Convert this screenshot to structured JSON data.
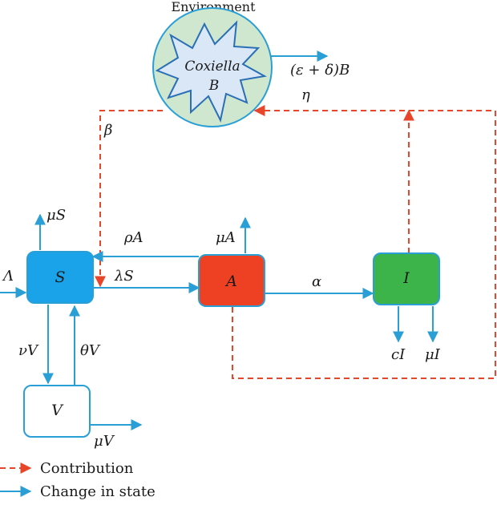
{
  "environment": {
    "title": "Environment",
    "pathogen_line1": "Coxiella",
    "pathogen_line2": "B",
    "circle_color": "#cfe7cf",
    "star_color": "#d9e7f7"
  },
  "compartments": {
    "S": {
      "label": "S",
      "color": "#1aa3e8"
    },
    "A": {
      "label": "A",
      "color": "#ee4023"
    },
    "I": {
      "label": "I",
      "color": "#3cb44a"
    },
    "V": {
      "label": "V",
      "color": "#ffffff"
    }
  },
  "rates": {
    "recruitment": "Λ",
    "mu_s": "μS",
    "rho_a": "ρA",
    "lambda_s": "λS",
    "mu_a": "μA",
    "alpha": "α",
    "nu_v": "νV",
    "theta_v": "θV",
    "c_i": "cI",
    "mu_i": "μI",
    "mu_v": "μV",
    "beta": "β",
    "eta": "η",
    "decay": "(ε + δ)B"
  },
  "legend": {
    "contribution": "Contribution",
    "change": "Change in state"
  },
  "colors": {
    "solid_arrow": "#2a9fd6",
    "dashed_arrow": "#e8462a"
  }
}
